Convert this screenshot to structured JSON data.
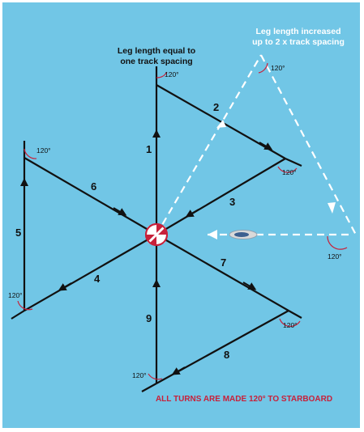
{
  "notes": {
    "left_line1": "Leg length equal to",
    "left_line2": "one track spacing",
    "right_line1": "Leg length increased",
    "right_line2": "up to 2 x track spacing"
  },
  "legs": [
    {
      "id": "1",
      "label": "1"
    },
    {
      "id": "2",
      "label": "2"
    },
    {
      "id": "3",
      "label": "3"
    },
    {
      "id": "4",
      "label": "4"
    },
    {
      "id": "5",
      "label": "5"
    },
    {
      "id": "6",
      "label": "6"
    },
    {
      "id": "7",
      "label": "7"
    },
    {
      "id": "8",
      "label": "8"
    },
    {
      "id": "9",
      "label": "9"
    }
  ],
  "angle_label": "120°",
  "footer": "ALL TURNS ARE MADE 120° TO STARBOARD",
  "colors": {
    "background": "#71c6e6",
    "track": "#111111",
    "expanded_track": "#ffffff",
    "accent_red": "#c8203a"
  }
}
